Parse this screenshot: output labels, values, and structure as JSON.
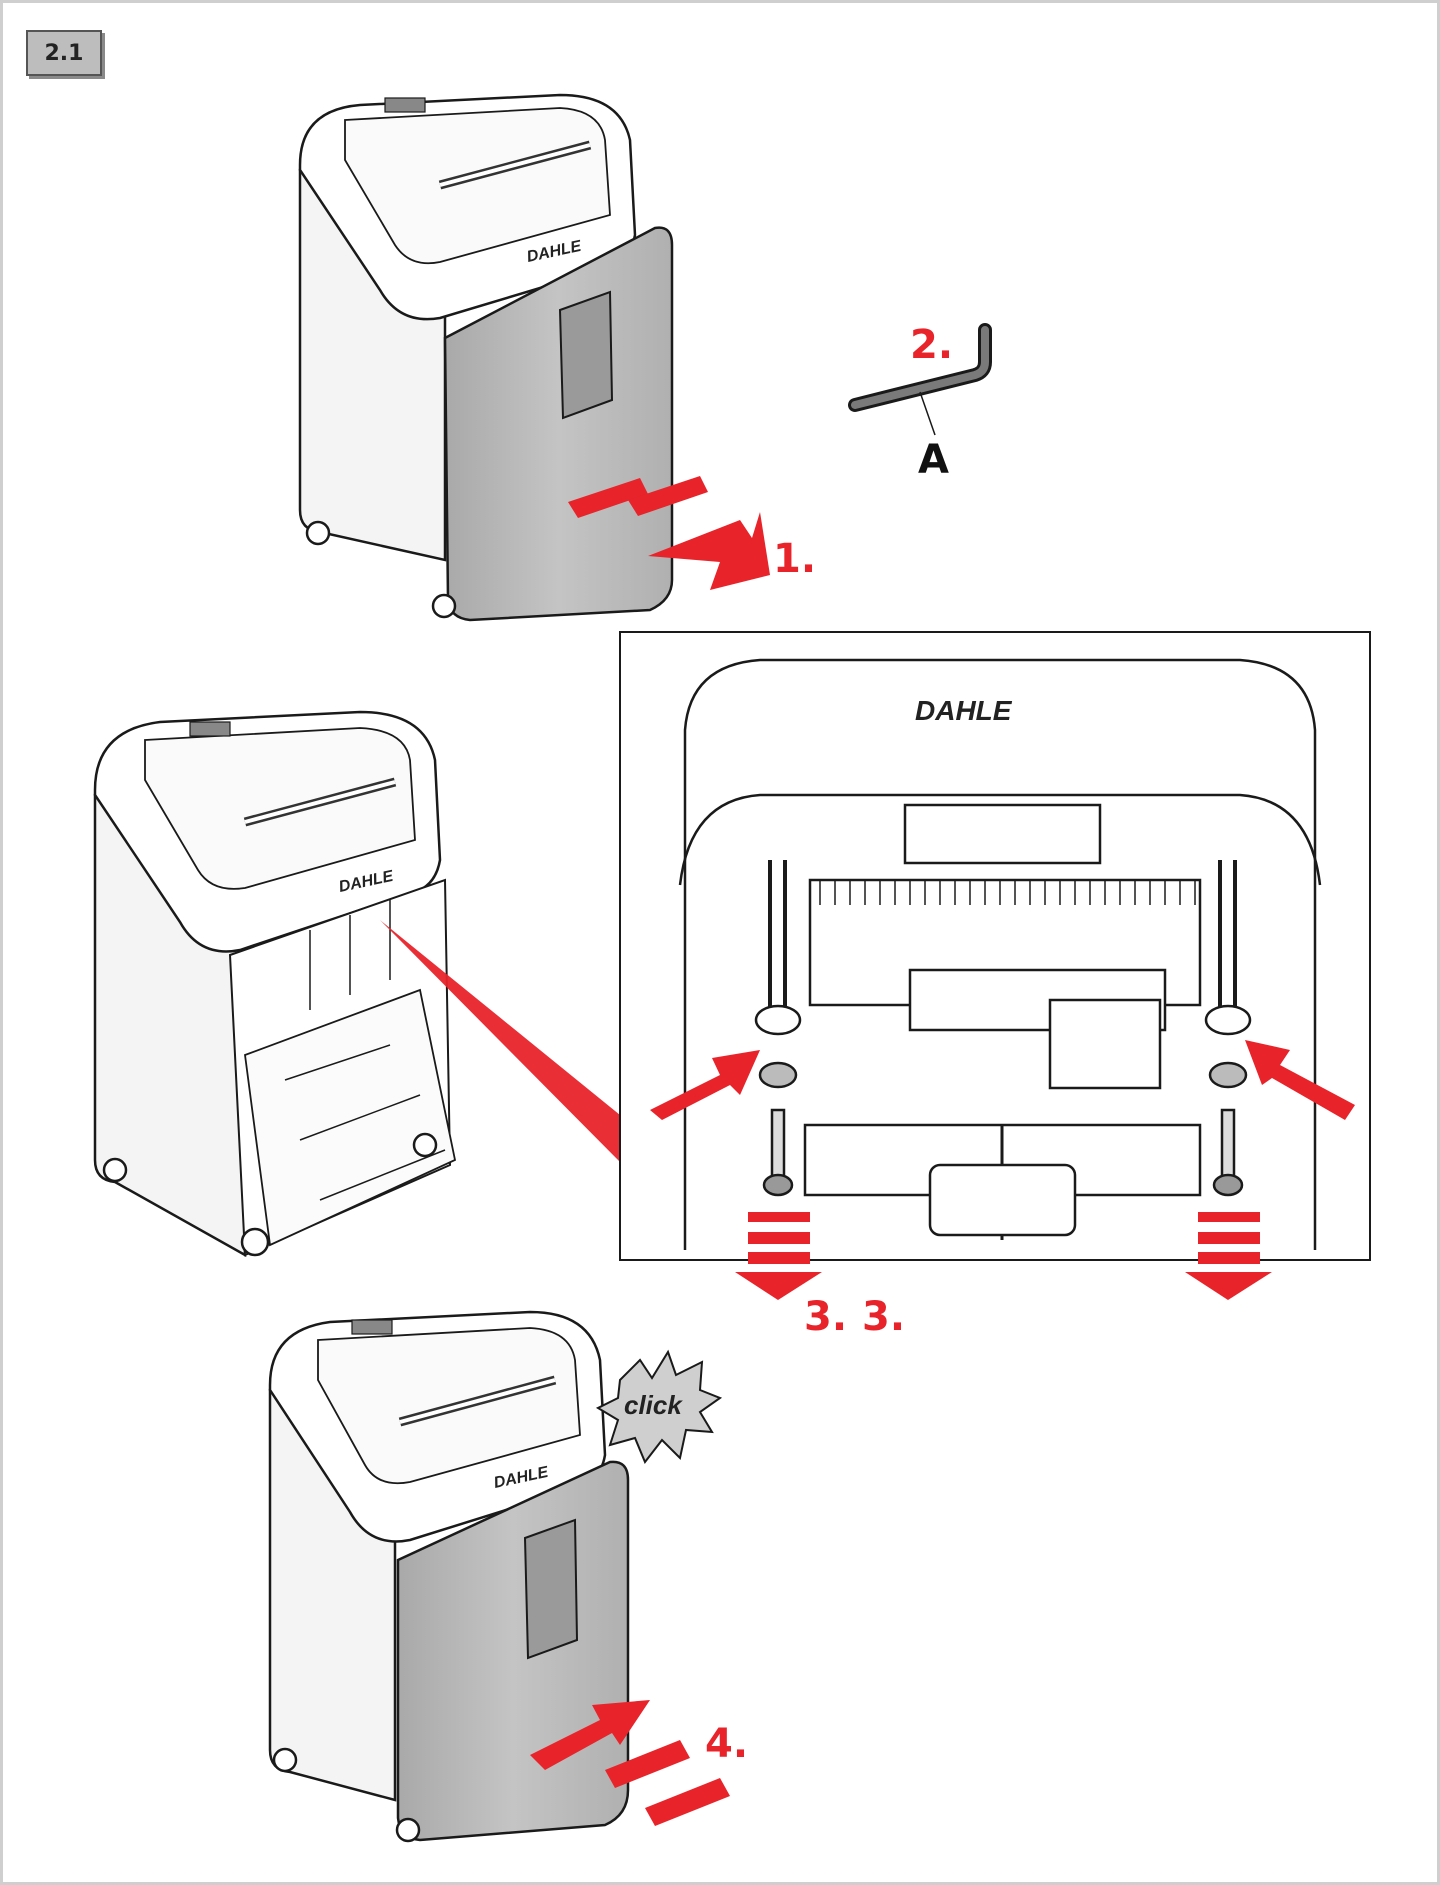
{
  "section": {
    "number": "2.1"
  },
  "brand": {
    "logo_text": "DAHLE"
  },
  "steps": {
    "step1": "1.",
    "step2": "2.",
    "step3_left": "3.",
    "step3_right": "3.",
    "step4": "4."
  },
  "parts": {
    "allen_key": "A"
  },
  "callout": {
    "click": "click"
  },
  "colors": {
    "accent_red": "#e8232a",
    "line": "#1a1a1a",
    "bin_gray": "#b8b8b8"
  },
  "icons": [
    "arrow-right-icon",
    "arrow-down-icon",
    "arrow-left-icon",
    "allen-key-icon",
    "starburst-icon"
  ]
}
